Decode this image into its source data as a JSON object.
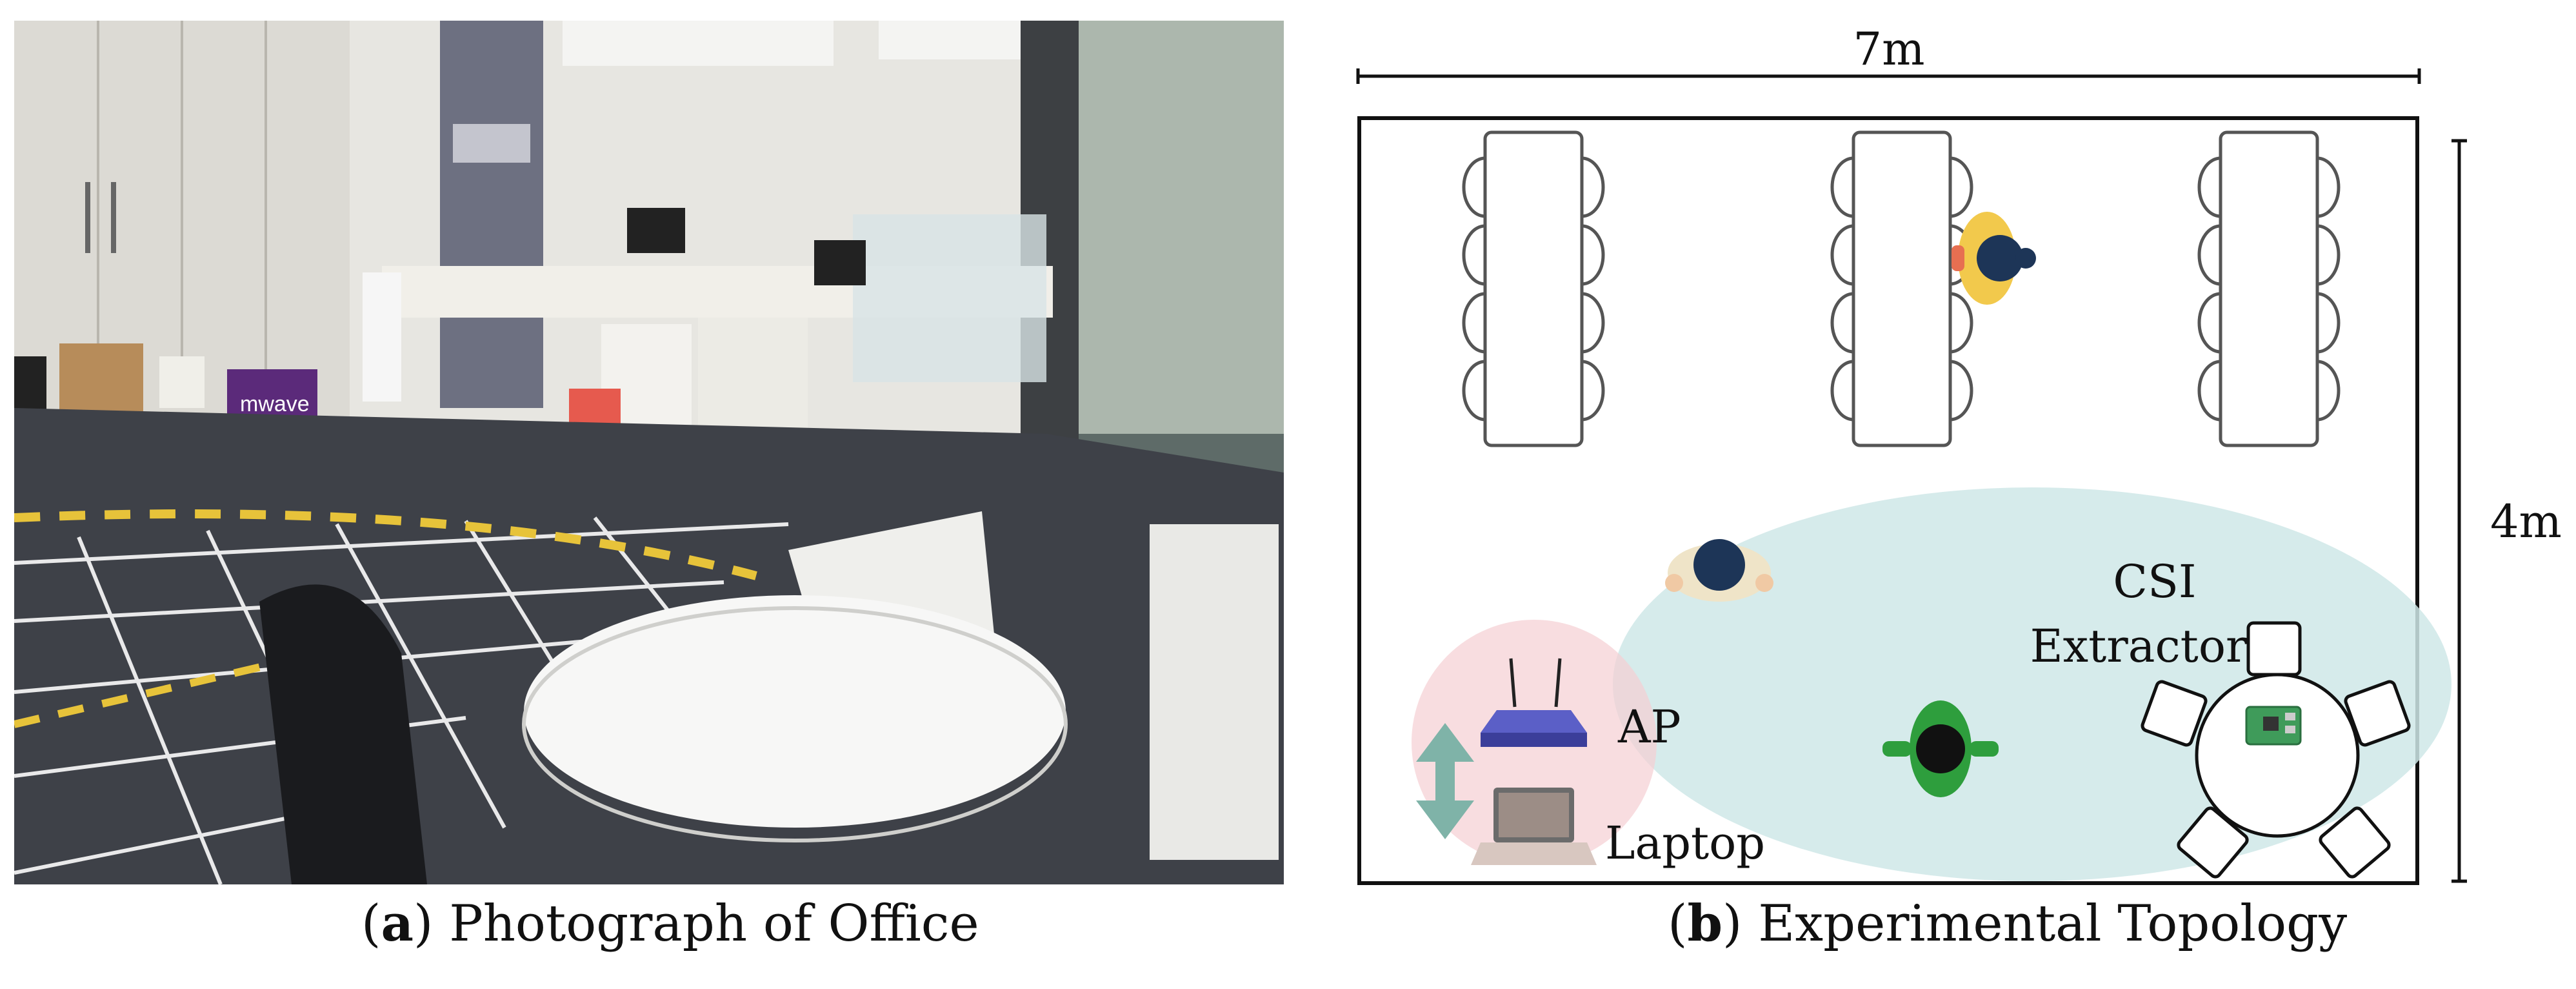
{
  "figure": {
    "panel_a": {
      "label": "a",
      "caption": "Photograph of Office",
      "box_brand": "mwave"
    },
    "panel_b": {
      "label": "b",
      "caption": "Experimental Topology",
      "width_label": "7m",
      "height_label": "4m",
      "csi_label_line1": "CSI",
      "csi_label_line2": "Extractor",
      "ap_label": "AP",
      "laptop_label": "Laptop",
      "colors": {
        "room_outline": "#111111",
        "csi_zone": "#cfe7e8",
        "ap_zone": "#f5cfd3",
        "arrow": "#7fb3a8",
        "person_head": "#1d3557",
        "person_yellow_shirt": "#f2c94c",
        "person_beige_shirt": "#efe4c8",
        "person_green_shirt": "#2e9e3d"
      },
      "icons": [
        "router-icon",
        "laptop-icon",
        "raspberry-pi-icon",
        "person-icon",
        "bidirectional-arrow-icon"
      ]
    }
  }
}
